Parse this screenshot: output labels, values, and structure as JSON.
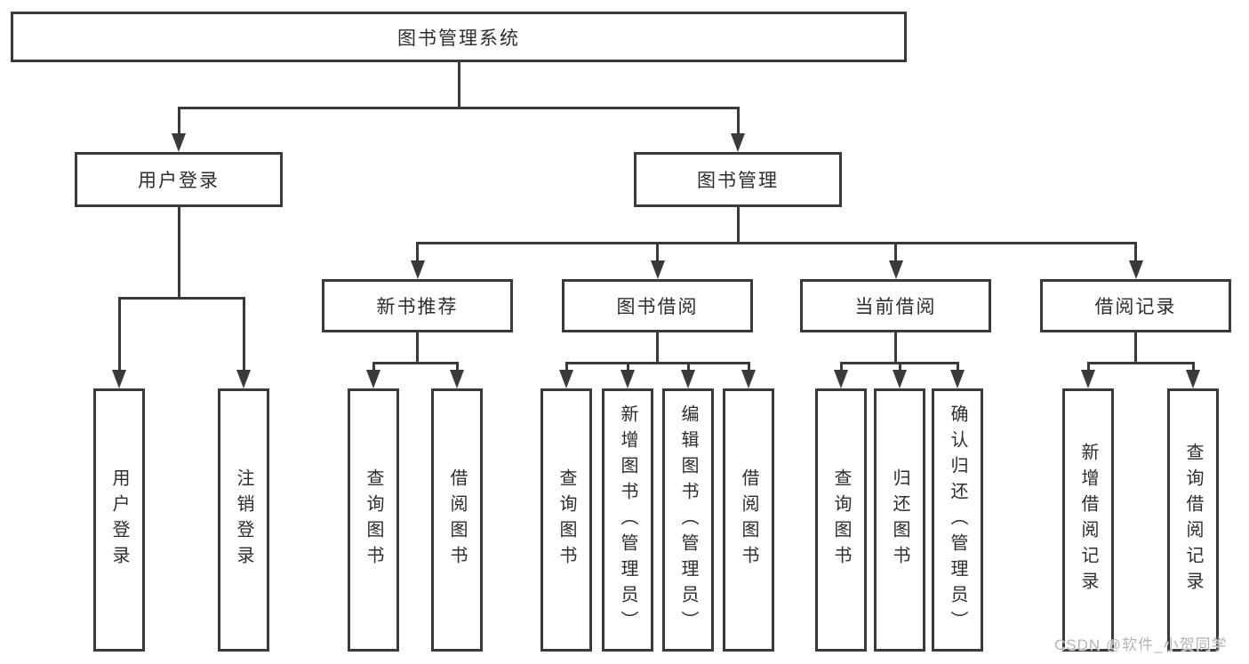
{
  "diagram": {
    "title": "图书管理系统",
    "watermark": "CSDN @软件_小贺同学",
    "colors": {
      "line": "#3a3a3a",
      "text": "#2d2d2d",
      "background": "#ffffff",
      "watermark": "#b5b5b5"
    },
    "nodes": [
      {
        "id": "root",
        "label": "图书管理系统",
        "level": 1,
        "parent": null
      },
      {
        "id": "login",
        "label": "用户登录",
        "level": 2,
        "parent": "root"
      },
      {
        "id": "bookmgmt",
        "label": "图书管理",
        "level": 2,
        "parent": "root"
      },
      {
        "id": "newbook",
        "label": "新书推荐",
        "level": 3,
        "parent": "bookmgmt"
      },
      {
        "id": "borrow",
        "label": "图书借阅",
        "level": 3,
        "parent": "bookmgmt"
      },
      {
        "id": "current",
        "label": "当前借阅",
        "level": 3,
        "parent": "bookmgmt"
      },
      {
        "id": "records",
        "label": "借阅记录",
        "level": 3,
        "parent": "bookmgmt"
      },
      {
        "id": "leaf-user-login",
        "label": "用户登录",
        "level": 4,
        "parent": "login"
      },
      {
        "id": "leaf-logout",
        "label": "注销登录",
        "level": 4,
        "parent": "login"
      },
      {
        "id": "leaf-nb-query",
        "label": "查询图书",
        "level": 4,
        "parent": "newbook"
      },
      {
        "id": "leaf-nb-borrow",
        "label": "借阅图书",
        "level": 4,
        "parent": "newbook"
      },
      {
        "id": "leaf-bw-query",
        "label": "查询图书",
        "level": 4,
        "parent": "borrow"
      },
      {
        "id": "leaf-bw-add",
        "label": "新增图书（管理员）",
        "level": 4,
        "parent": "borrow"
      },
      {
        "id": "leaf-bw-edit",
        "label": "编辑图书（管理员）",
        "level": 4,
        "parent": "borrow"
      },
      {
        "id": "leaf-bw-borrow",
        "label": "借阅图书",
        "level": 4,
        "parent": "borrow"
      },
      {
        "id": "leaf-cur-query",
        "label": "查询图书",
        "level": 4,
        "parent": "current"
      },
      {
        "id": "leaf-cur-return",
        "label": "归还图书",
        "level": 4,
        "parent": "current"
      },
      {
        "id": "leaf-cur-confirm",
        "label": "确认归还（管理员）",
        "level": 4,
        "parent": "current"
      },
      {
        "id": "leaf-rec-add",
        "label": "新增借阅记录",
        "level": 4,
        "parent": "records"
      },
      {
        "id": "leaf-rec-query",
        "label": "查询借阅记录",
        "level": 4,
        "parent": "records"
      }
    ]
  }
}
